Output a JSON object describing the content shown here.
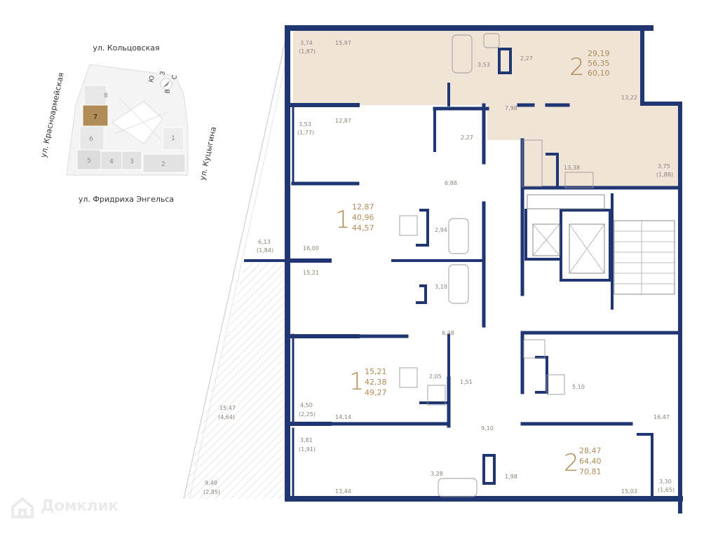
{
  "colors": {
    "wall": "#1f3672",
    "accent": "#b08d57",
    "highlight_flat": "#efe4d6",
    "label": "#8a8478"
  },
  "key_plan": {
    "streets": {
      "top": "ул. Кольцовская",
      "bottom": "ул. Фридриха Энгельса",
      "left": "ул. Красноармейская",
      "right": "ул. Куцыгина"
    },
    "compass": {
      "n": "С",
      "s": "Ю",
      "e": "В",
      "w": "З"
    },
    "sections": [
      {
        "id": "8",
        "label": "8",
        "active": false
      },
      {
        "id": "7",
        "label": "7",
        "active": true
      },
      {
        "id": "6",
        "label": "6",
        "active": false
      },
      {
        "id": "5",
        "label": "5",
        "active": false
      },
      {
        "id": "4",
        "label": "4",
        "active": false
      },
      {
        "id": "3",
        "label": "3",
        "active": false
      },
      {
        "id": "2",
        "label": "2",
        "active": false
      },
      {
        "id": "1",
        "label": "1",
        "active": false
      }
    ]
  },
  "apartments": [
    {
      "id": "apt-top",
      "rooms": "2",
      "living": "29,19",
      "total": "56,35",
      "total_with_balcony": "60,10",
      "highlighted": true
    },
    {
      "id": "apt-1a",
      "rooms": "1",
      "living": "12,87",
      "total": "40,96",
      "total_with_balcony": "44,57",
      "highlighted": false
    },
    {
      "id": "apt-1b",
      "rooms": "1",
      "living": "15,21",
      "total": "42,38",
      "total_with_balcony": "49,27",
      "highlighted": false
    },
    {
      "id": "apt-bottom",
      "rooms": "2",
      "living": "28,47",
      "total": "64,40",
      "total_with_balcony": "70,81",
      "highlighted": false
    }
  ],
  "room_labels": {
    "r_3_74": "3,74",
    "r_1_87": "(1,87)",
    "r_15_97": "15,97",
    "r_3_53a": "3,53",
    "r_2_27a": "2,27",
    "r_7_98": "7,98",
    "r_13_22": "13,22",
    "r_13_38": "13,38",
    "r_3_75": "3,75",
    "r_1_88": "(1,88)",
    "r_3_53b": "3,53",
    "r_1_77": "(1,77)",
    "r_12_87": "12,87",
    "r_2_27b": "2,27",
    "r_6_88": "6,88",
    "r_2_94": "2,94",
    "r_16_00": "16,00",
    "r_6_13": "6,13",
    "r_1_84": "(1,84)",
    "r_15_21": "15,21",
    "r_3_19": "3,19",
    "r_6_28": "6,28",
    "r_2_05": "2,05",
    "r_1_51": "1,51",
    "r_5_10": "5,10",
    "r_4_50": "4,50",
    "r_2_25": "(2,25)",
    "r_14_14": "14,14",
    "r_15_47": "15,47",
    "r_4_64": "(4,64)",
    "r_9_10": "9,10",
    "r_16_47": "16,47",
    "r_3_81": "3,81",
    "r_1_91": "(1,91)",
    "r_3_28": "3,28",
    "r_1_98": "1,98",
    "r_13_44": "13,44",
    "r_15_03": "15,03",
    "r_3_30": "3,30",
    "r_1_65": "(1,65)",
    "r_9_49": "9,49",
    "r_2_85": "(2,85)"
  },
  "watermark": {
    "text": "Домклик",
    "icon": "house-icon"
  }
}
